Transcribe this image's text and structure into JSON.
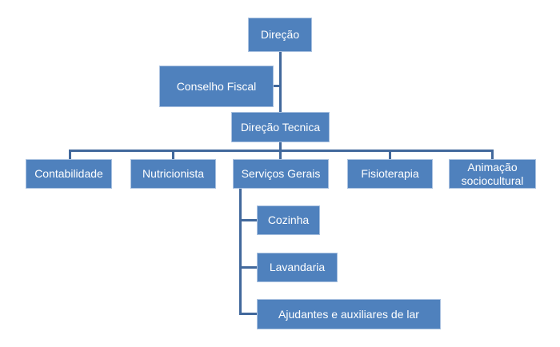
{
  "nodes": {
    "direcao": "Direção",
    "conselho_fiscal": "Conselho Fiscal",
    "direcao_tecnica": "Direção Tecnica",
    "contabilidade": "Contabilidade",
    "nutricionista": "Nutricionista",
    "servicos_gerais": "Serviços Gerais",
    "fisioterapia": "Fisioterapia",
    "animacao_line1": "Animação",
    "animacao_line2": "sociocultural",
    "cozinha": "Cozinha",
    "lavandaria": "Lavandaria",
    "ajudantes": "Ajudantes e auxiliares de lar"
  },
  "colors": {
    "box": "#4F81BD",
    "line": "#41689c"
  }
}
